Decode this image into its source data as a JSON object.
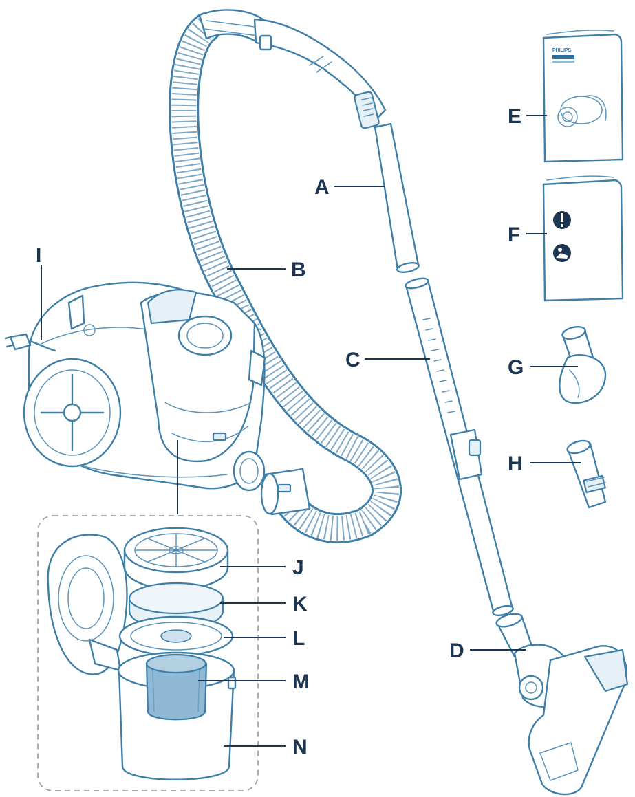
{
  "labels": {
    "A": "A",
    "B": "B",
    "C": "C",
    "D": "D",
    "E": "E",
    "F": "F",
    "G": "G",
    "H": "H",
    "I": "I",
    "J": "J",
    "K": "K",
    "L": "L",
    "M": "M",
    "N": "N"
  },
  "manual_brand": "PHILIPS",
  "colors": {
    "outline": "#3e7fa8",
    "label": "#1c3550",
    "fill_light": "#e6f0f7",
    "filter_blue": "#8fb9d4"
  },
  "icons": [
    "warning-icon",
    "read-manual-icon"
  ]
}
